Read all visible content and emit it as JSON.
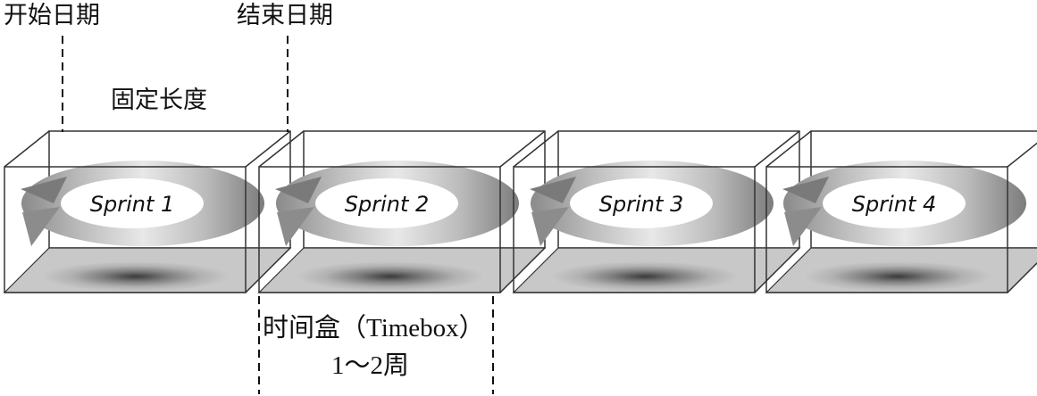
{
  "labels": {
    "start_date": "开始日期",
    "end_date": "结束日期",
    "fixed_length": "固定长度",
    "timebox": "时间盒（Timebox）",
    "duration": "1～2周"
  },
  "sprints": [
    {
      "label": "Sprint 1"
    },
    {
      "label": "Sprint 2"
    },
    {
      "label": "Sprint 3"
    },
    {
      "label": "Sprint 4"
    }
  ],
  "colors": {
    "line": "#333333",
    "floor": "#c8c8c8",
    "ring_dark": "#7a7a7a",
    "ring_light": "#e6e6e6"
  }
}
